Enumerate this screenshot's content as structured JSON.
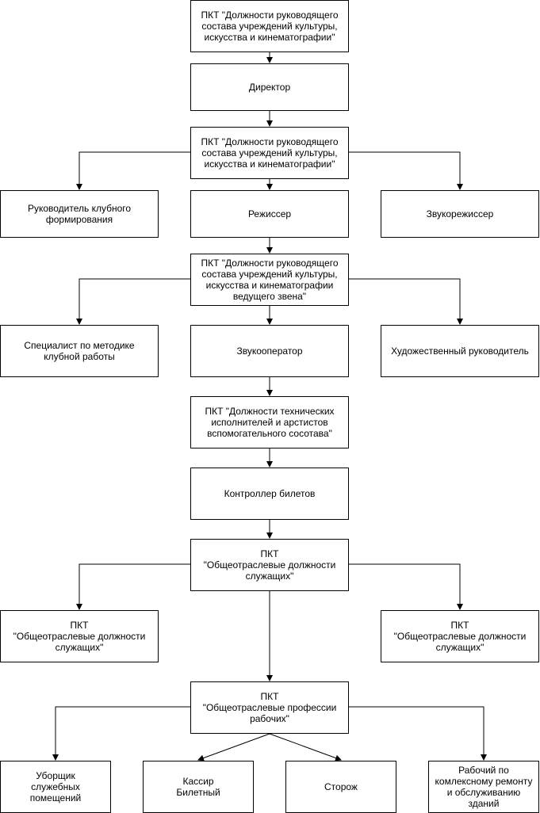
{
  "nodes": {
    "pkg1": "ПКТ \"Должности руководящего состава учреждений культуры, искусства и кинематографии\"",
    "director": "Директор",
    "pkg2": "ПКТ \"Должности руководящего состава учреждений культуры, искусства и кинематографии\"",
    "club_leader": "Руководитель клубного\nформирования",
    "stage_director": "Режиссер",
    "sound_director": "Звукорежиссер",
    "pkg3": "ПКТ \"Должности руководящего состава учреждений культуры, искусства и кинематографии ведущего звена\"",
    "methodist": "Специалист по методике клубной работы",
    "sound_operator": "Звукооператор",
    "art_director": "Художественный руководитель",
    "pkg4": "ПКТ \"Должности технических исполнителей и арстистов вспомогательного сосотава\"",
    "ticket_controller": "Контроллер билетов",
    "pkg5": "ПКТ\n\"Общеотраслевые должности служащих\"",
    "pkg5_left": "ПКТ\n\"Общеотраслевые должности служащих\"",
    "pkg5_right": "ПКТ\n\"Общеотраслевые должности служащих\"",
    "pkg6": "ПКТ\n\"Общеотраслевые профессии рабочих\"",
    "cleaner": "Уборщик\nслужебных\nпомещений",
    "cashier": "Кассир\nБилетный",
    "watchman": "Сторож",
    "repair_worker": "Рабочий по комлексному ремонту и обслуживанию зданий"
  }
}
